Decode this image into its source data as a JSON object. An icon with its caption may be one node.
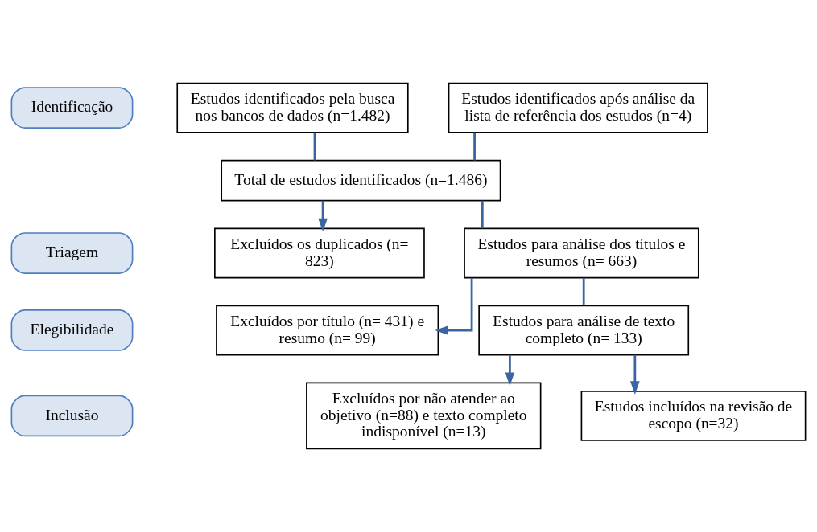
{
  "diagram": {
    "nodes": [
      {
        "text": [
          "Identificação"
        ]
      },
      {
        "text": [
          "Estudos identificados pela busca nos bancos de dados (n=1.482)"
        ]
      },
      {
        "text": [
          "Estudos identificados após análise da lista de referência dos estudos (n=4)"
        ]
      },
      {
        "text": [
          "Total de estudos identificados (n=1.486)"
        ]
      },
      {
        "text": [
          "Triagem"
        ]
      },
      {
        "text": [
          "Excluídos os duplicados (n= 823)"
        ]
      },
      {
        "text": [
          "Estudos para análise dos títulos e resumos (n= 663)"
        ]
      },
      {
        "text": [
          "Excluídos por título (n= 431) e resumo (n= 99)"
        ]
      },
      {
        "text": [
          "Elegibilidade"
        ]
      },
      {
        "text": [
          "Estudos para análise de texto completo (n= 133)"
        ]
      },
      {
        "text": [
          "Excluídos por não atender ao objetivo (n=88) e texto completo indisponível (n=13)"
        ]
      },
      {
        "text": [
          "Inclusão"
        ]
      },
      {
        "text": [
          "Estudos incluídos na revisão de escopo (n=32)"
        ]
      }
    ],
    "edges": [
      {
        "from": 1,
        "to": 3,
        "arrow": "none"
      },
      {
        "from": 2,
        "to": 3,
        "arrow": "none"
      },
      {
        "from": 3,
        "to": 5,
        "arrow": "to"
      },
      {
        "from": 3,
        "to": 6,
        "arrow": "none"
      },
      {
        "from": 6,
        "to": 7,
        "arrow": "to"
      },
      {
        "from": 6,
        "to": 9,
        "arrow": "none"
      },
      {
        "from": 9,
        "to": 10,
        "arrow": "to"
      },
      {
        "from": 9,
        "to": 12,
        "arrow": "to"
      }
    ]
  }
}
